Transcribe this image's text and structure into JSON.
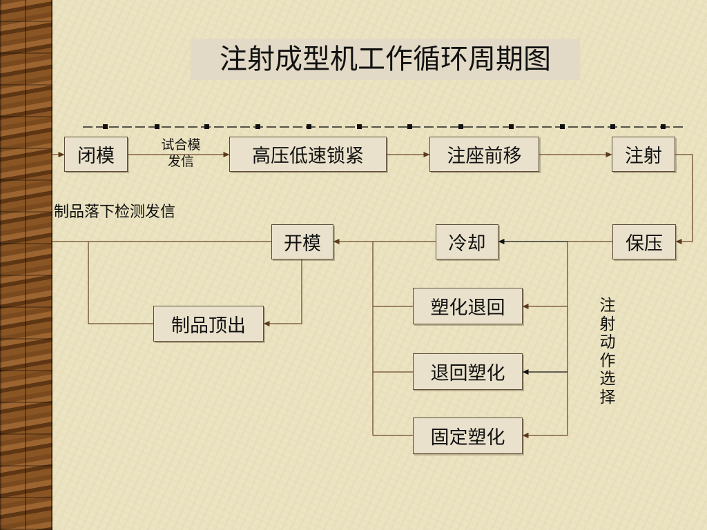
{
  "title": "注射成型机工作循环周期图",
  "boxes": {
    "bimo": "闭模",
    "gaoya": "高压低速锁紧",
    "zhuzuo": "注座前移",
    "zhushe": "注射",
    "baoya": "保压",
    "lengque": "冷却",
    "kaimo": "开模",
    "dingchu": "制品顶出",
    "suhua_tuihui": "塑化退回",
    "tuihui_suhua": "退回塑化",
    "guding_suhua": "固定塑化"
  },
  "labels": {
    "shihemo_line1": "试合模",
    "shihemo_line2": "发信",
    "luoxia": "制品落下检测发信",
    "zhushe_xuanze": "注射动作选择"
  }
}
